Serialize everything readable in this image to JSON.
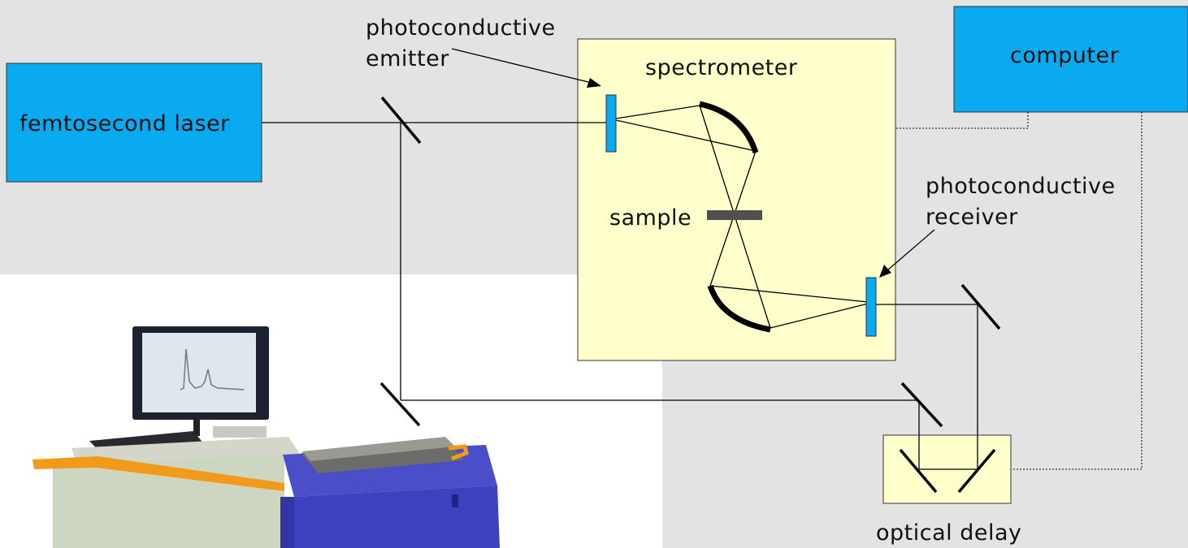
{
  "labels": {
    "laser": "femtosecond laser",
    "computer": "computer",
    "spectrometer": "spectrometer",
    "emitter_line1": "photoconductive",
    "emitter_line2": "emitter",
    "receiver_line1": "photoconductive",
    "receiver_line2": "receiver",
    "sample": "sample",
    "optical_delay": "optical delay"
  },
  "colors": {
    "background_gray": "#e3e3e3",
    "panel_white": "#ffffff",
    "box_blue": "#0aaaf0",
    "spectrometer_fill": "#ffffcc",
    "delay_fill": "#ffffcc",
    "sample_fill": "#505050",
    "line": "#000000"
  }
}
